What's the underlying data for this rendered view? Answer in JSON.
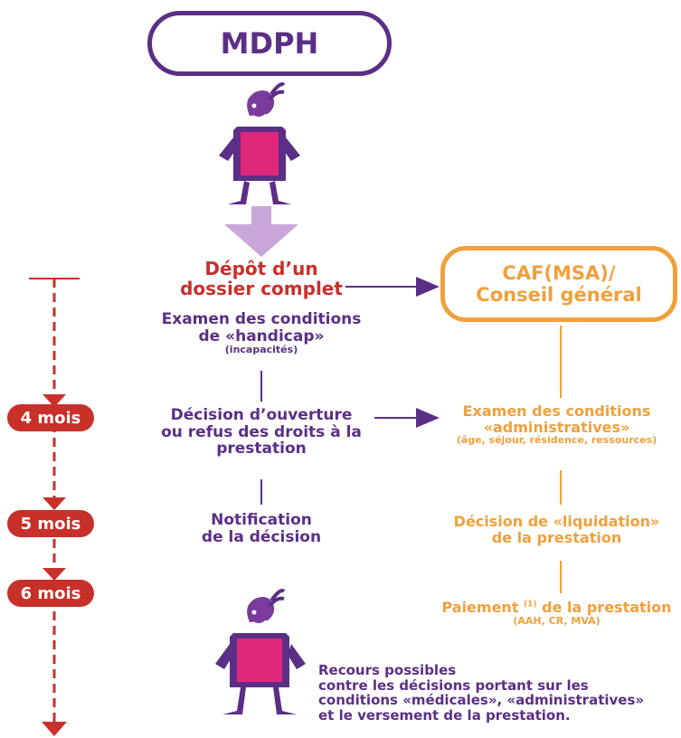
{
  "header": {
    "title": "MDPH"
  },
  "caf": {
    "line1": "CAF(MSA)/",
    "line2": "Conseil général"
  },
  "timeline": {
    "months": [
      "4 mois",
      "5 mois",
      "6 mois"
    ]
  },
  "left_steps": {
    "depot_line1": "Dépôt d’un",
    "depot_line2": "dossier complet",
    "examen_line1": "Examen des conditions",
    "examen_line2": "de «handicap»",
    "examen_note": "(incapacités)",
    "decision_line1": "Décision d’ouverture",
    "decision_line2": "ou refus des droits à la",
    "decision_line3": "prestation",
    "notif_line1": "Notification",
    "notif_line2": "de la décision"
  },
  "right_steps": {
    "examen_line1": "Examen des conditions",
    "examen_line2": "«administratives»",
    "examen_note": "(âge, séjour, résidence, ressources)",
    "liquidation_line1": "Décision de «liquidation»",
    "liquidation_line2": "de la prestation",
    "paiement_prefix": "Paiement",
    "paiement_sup": "(1)",
    "paiement_suffix": " de la prestation",
    "paiement_note": "(AAH, CR, MVA)"
  },
  "recours": {
    "line1": "Recours possibles",
    "line2": "contre les décisions portant sur les",
    "line3": "conditions «médicales», «administratives»",
    "line4": "et le versement de la prestation."
  },
  "colors": {
    "purple": "#5b2f86",
    "red": "#c8302a",
    "orange": "#f0a03c",
    "magenta": "#e0287a",
    "lilac": "#c9a6d8"
  },
  "icons": [
    "person-figure-icon",
    "down-arrow-icon",
    "right-arrow-icon"
  ]
}
